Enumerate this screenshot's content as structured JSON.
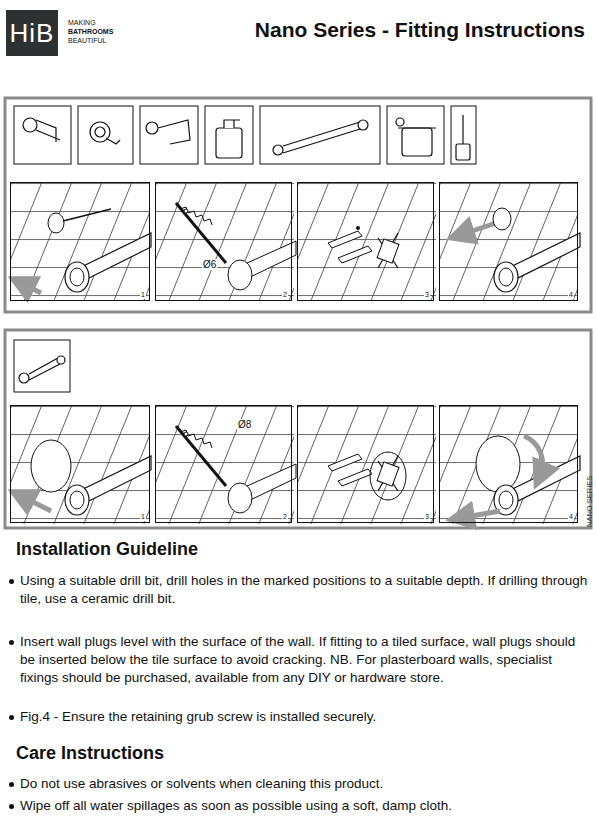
{
  "diagram": {
    "title": "Nano Series - Fitting Instructions",
    "nodes": [
      {
        "text": [
          "HiB"
        ]
      },
      {
        "text": [
          "1"
        ]
      },
      {
        "text": [
          "2"
        ]
      },
      {
        "text": [
          "3"
        ]
      },
      {
        "text": [
          "4"
        ]
      },
      {
        "text": [
          "1"
        ]
      },
      {
        "text": [
          "2"
        ]
      },
      {
        "text": [
          "3"
        ]
      },
      {
        "text": [
          "4"
        ]
      }
    ],
    "labels": [
      "MAKING",
      "BATHROOMS",
      "BEAUTIFUL",
      "Ø6",
      "Ø8",
      "NANO SERIES",
      "Installation Guideline",
      "Using a suitable drill bit, drill holes in the marked positions to a suitable depth. If drilling through tile, use a ceramic drill bit.",
      "Insert wall plugs level with the surface of the wall. If fitting to a tiled surface, wall plugs should be inserted below the tile surface to avoid cracking. NB. For plasterboard walls, specialist fixings should be purchased, available from any DIY or hardware store.",
      "Fig.4 - Ensure the retaining grub screw is installed securely.",
      "Care Instructions",
      "Do not use abrasives or solvents when cleaning this product.",
      "Wipe off all water spillages as soon as possible using a soft, damp cloth."
    ]
  }
}
